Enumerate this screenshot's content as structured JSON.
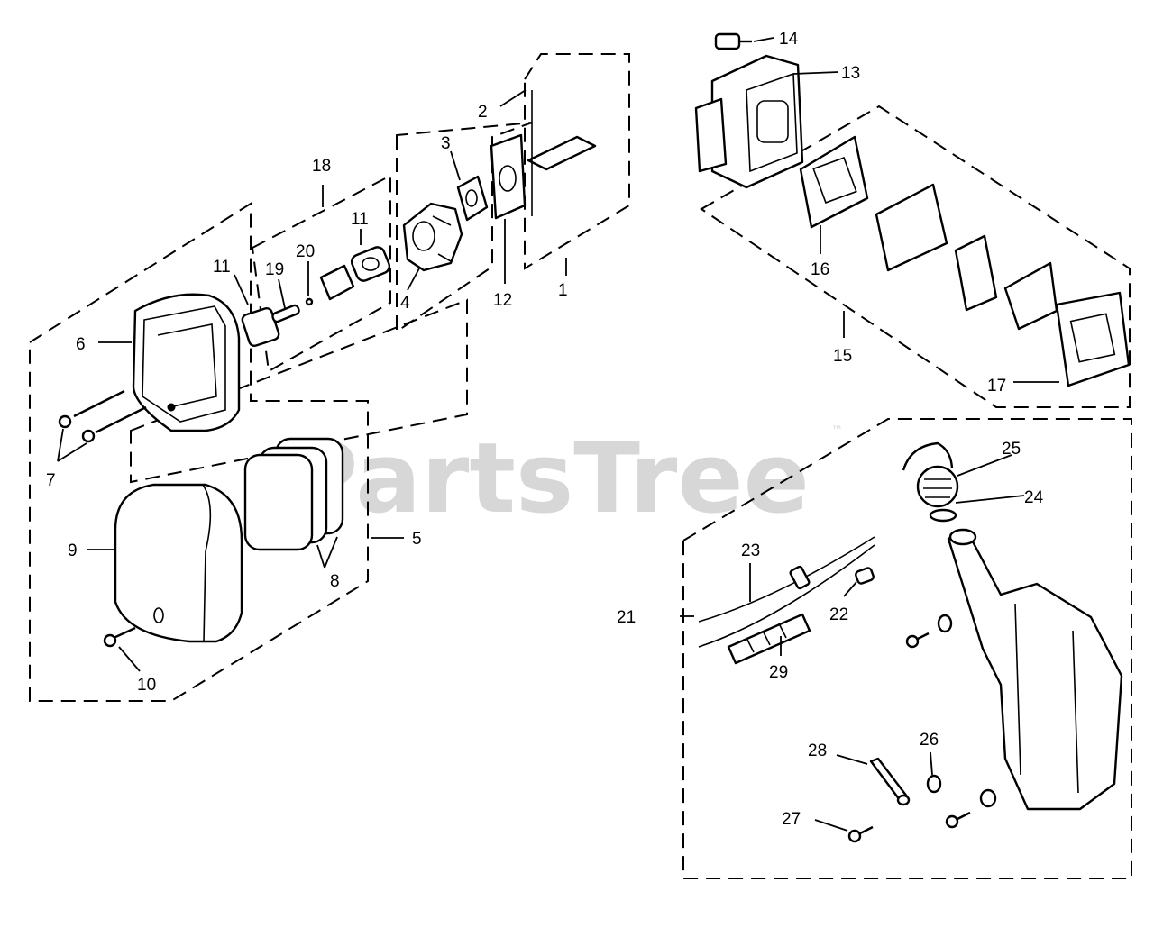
{
  "watermark": {
    "text": "PartsTree",
    "trademark": "™"
  },
  "callouts": {
    "c1": "1",
    "c2": "2",
    "c3": "3",
    "c4": "4",
    "c5": "5",
    "c6": "6",
    "c7": "7",
    "c8": "8",
    "c9": "9",
    "c10": "10",
    "c11a": "11",
    "c11b": "11",
    "c12": "12",
    "c13": "13",
    "c14": "14",
    "c15": "15",
    "c16": "16",
    "c17": "17",
    "c18": "18",
    "c19": "19",
    "c20": "20",
    "c21": "21",
    "c22": "22",
    "c23": "23",
    "c24": "24",
    "c25": "25",
    "c26": "26",
    "c27": "27",
    "c28": "28",
    "c29": "29"
  }
}
